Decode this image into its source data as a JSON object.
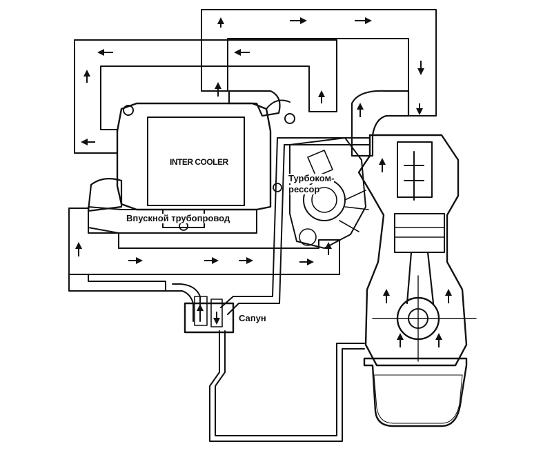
{
  "labels": {
    "intercooler": "INTER COOLER",
    "intake_manifold": "Впускной трубопровод",
    "turbo_line1": "Турбоком-",
    "turbo_line2": "рессор",
    "breather": "Сапун"
  },
  "colors": {
    "ink": "#111111",
    "paper": "#ffffff",
    "oil_hatch": "#222222"
  }
}
